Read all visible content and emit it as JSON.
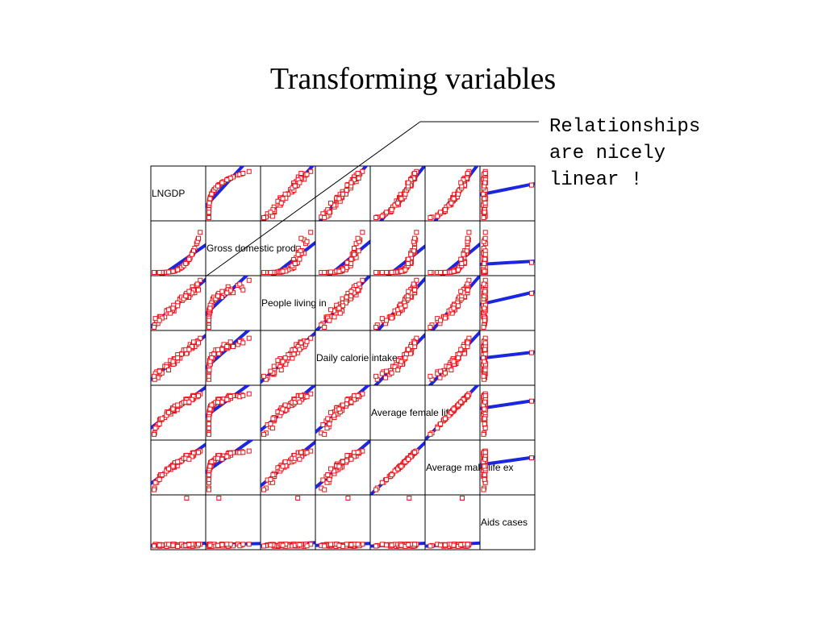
{
  "slide": {
    "title": "Transforming variables",
    "callout": "Relationships\nare nicely\nlinear !"
  },
  "chart_data": {
    "type": "scatter",
    "subtype": "scatterplot-matrix",
    "variables": [
      "LNGDP",
      "Gross domestic produ",
      "People living in",
      "Daily calorie intake",
      "Average female life",
      "Average male life ex",
      "Aids cases"
    ],
    "marker": "open-square",
    "marker_color": "#e8141b",
    "fit_line_color": "#1a26e0",
    "fit_line": "linear",
    "grid": false,
    "axis_ticks": false,
    "note": "Off-diagonal panels show pairwise scatter with a linear fit; diagonal panels show the variable name."
  }
}
